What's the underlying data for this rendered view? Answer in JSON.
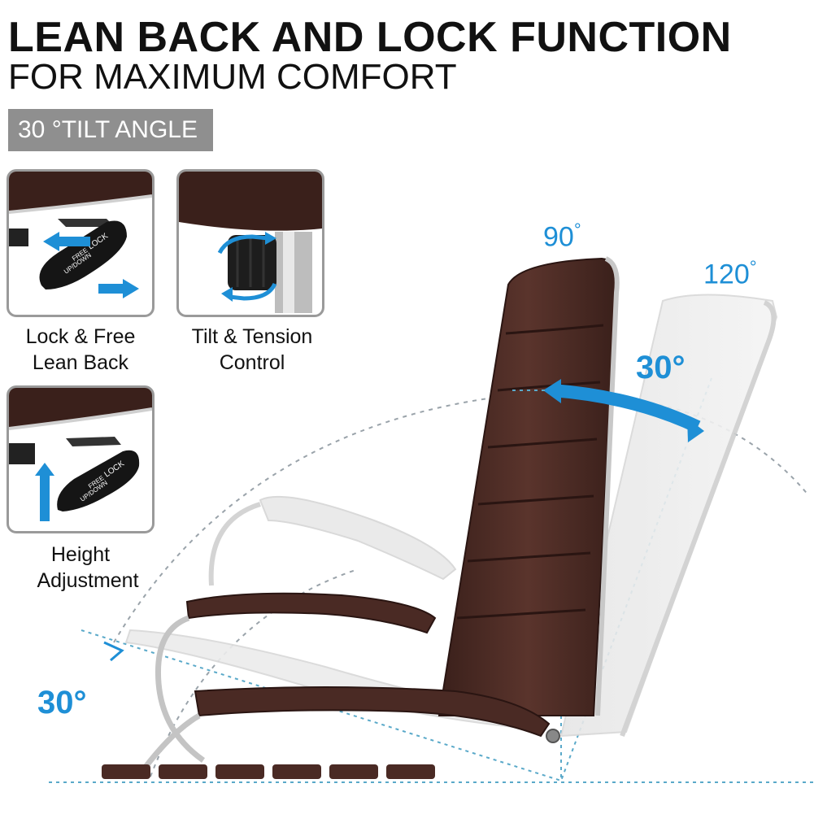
{
  "heading": {
    "title": "LEAN BACK AND LOCK FUNCTION",
    "subtitle": "FOR MAXIMUM COMFORT"
  },
  "badge": {
    "label": "30 °TILT ANGLE"
  },
  "features": [
    {
      "caption_line1": "Lock & Free",
      "caption_line2": "Lean Back",
      "icon": "lever-icon"
    },
    {
      "caption_line1": "Tilt & Tension",
      "caption_line2": "Control",
      "icon": "tension-knob-icon"
    },
    {
      "caption_line1": "Height",
      "caption_line2": "Adjustment",
      "icon": "lever-icon"
    }
  ],
  "lever_text": {
    "lock": "LOCK",
    "free": "FREE",
    "updown": "UP/DOWN"
  },
  "angles": {
    "upright": "90",
    "reclined": "120",
    "degree_symbol": "°",
    "tilt_back": "30°",
    "tilt_seat": "30°"
  },
  "colors": {
    "accent_blue": "#1e8fd6",
    "leather": "#4a2a24",
    "badge_gray": "#8f8f8f"
  }
}
